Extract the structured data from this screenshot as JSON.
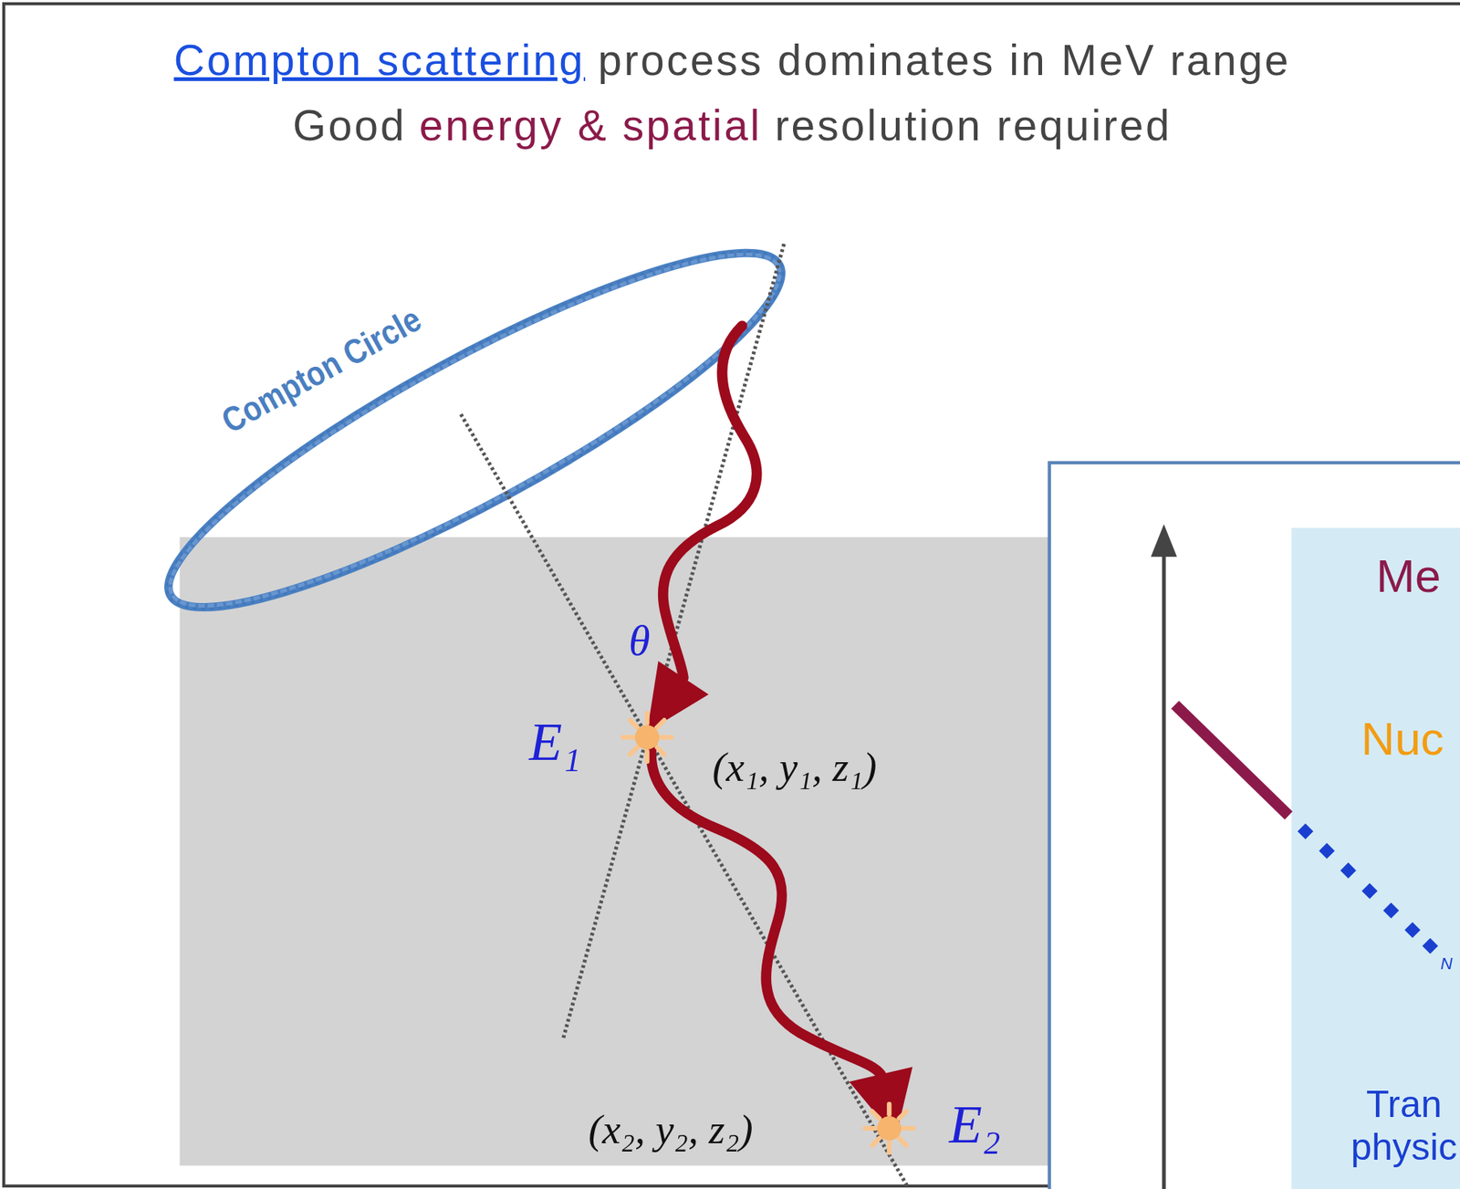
{
  "diagram": {
    "nodes": [
      {
        "text": [
          "Me",
          "Nuc",
          "Tran physic"
        ]
      }
    ],
    "labels": [
      "Compton scattering",
      "process dominates in MeV range",
      "Good",
      "energy & spatial",
      "resolution required",
      "Compton Circle",
      "θ",
      "E₁",
      "(x₁, y₁, z₁)",
      "E₂",
      "(x₂, y₂, z₂)",
      "N"
    ]
  }
}
